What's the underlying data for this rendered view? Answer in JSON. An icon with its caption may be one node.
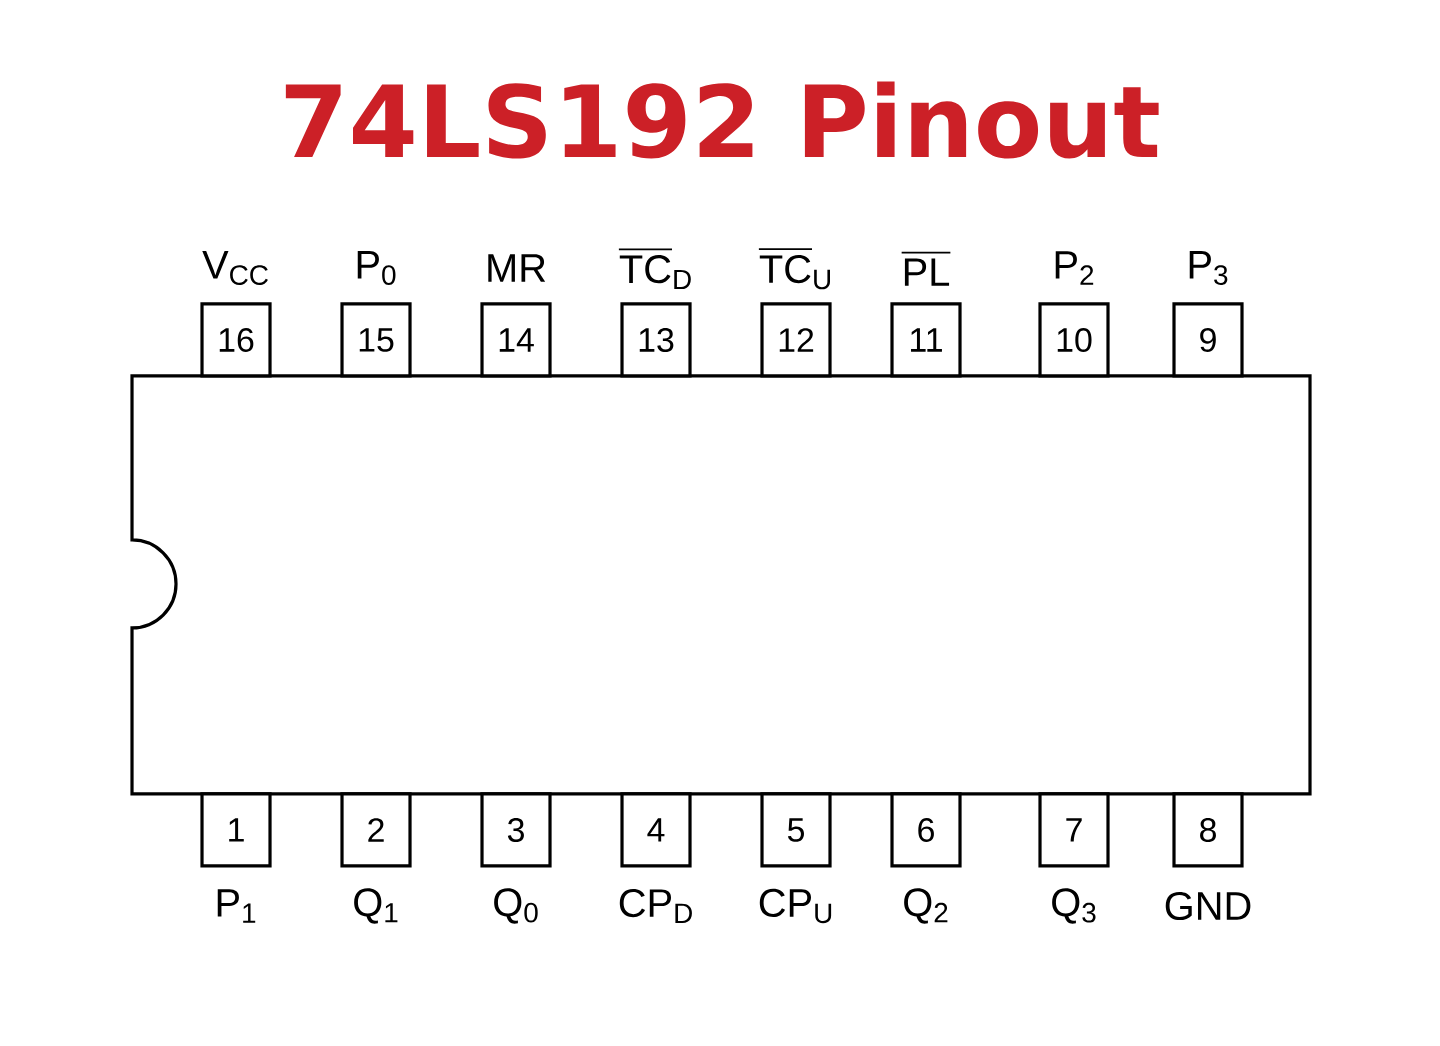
{
  "diagram": {
    "title": "74LS192 Pinout",
    "nodes": [
      {
        "text": [],
        "shape": "box"
      },
      {
        "text": [
          "16"
        ],
        "beside": [
          "V$_{CC}$"
        ]
      },
      {
        "text": [
          "15"
        ],
        "beside": [
          "P$_{0}$"
        ]
      },
      {
        "text": [
          "14"
        ],
        "beside": [
          "MR"
        ]
      },
      {
        "text": [
          "13"
        ],
        "beside": [
          "\\overline{\\text{TC}}_{\\text{D}}"
        ]
      },
      {
        "text": [
          "12"
        ],
        "beside": [
          "\\overline{\\text{TC}}_{\\text{U}}"
        ]
      },
      {
        "text": [
          "11"
        ],
        "beside": [
          "\\overline{\\text{PL}}"
        ]
      },
      {
        "text": [
          "10"
        ],
        "beside": [
          "P$_{2}$"
        ]
      },
      {
        "text": [
          "9"
        ],
        "beside": [
          "P$_{3}$"
        ]
      },
      {
        "text": [
          "1"
        ],
        "beside": [
          "P$_{1}$"
        ]
      },
      {
        "text": [
          "2"
        ],
        "beside": [
          "Q$_{1}$"
        ]
      },
      {
        "text": [
          "3"
        ],
        "beside": [
          "Q$_{0}$"
        ]
      },
      {
        "text": [
          "4"
        ],
        "beside": [
          "CP$_{D}$"
        ]
      },
      {
        "text": [
          "5"
        ],
        "beside": [
          "CP$_{U}$"
        ]
      },
      {
        "text": [
          "6"
        ],
        "beside": [
          "Q$_{2}$"
        ]
      },
      {
        "text": [
          "7"
        ],
        "beside": [
          "Q$_{3}$"
        ]
      },
      {
        "text": [
          "8"
        ],
        "beside": [
          "GND"
        ]
      }
    ]
  }
}
